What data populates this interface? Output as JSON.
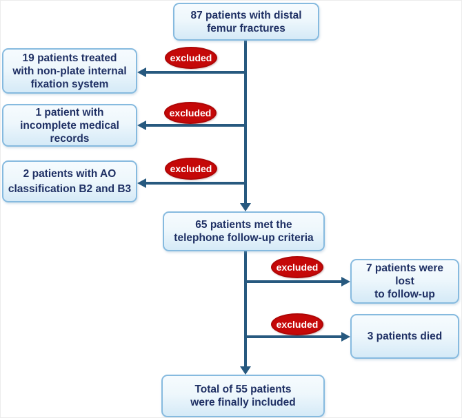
{
  "figure": {
    "kind": "patient-flow-diagram",
    "colors": {
      "box_border": "#86badf",
      "box_fill_light": "#f6fbfe",
      "box_fill_dark": "#d5eaf7",
      "box_text": "#1f3064",
      "arrow": "#27597f",
      "excluded_fill": "#c50808",
      "excluded_text": "#ffffff"
    },
    "nodes": {
      "initial": {
        "label": "87 patients with distal\nfemur fractures"
      },
      "excluded_nonplate": {
        "label": "19 patients treated\nwith non-plate internal\nfixation system"
      },
      "excluded_records": {
        "label": "1 patient with\nincomplete medical\nrecords"
      },
      "excluded_ao": {
        "label": "2 patients with AO\nclassification B2 and B3"
      },
      "followup_criteria": {
        "label": "65 patients met the\ntelephone follow-up criteria"
      },
      "lost_followup": {
        "label": "7 patients were lost\nto follow-up"
      },
      "died": {
        "label": "3 patients died"
      },
      "final": {
        "label": "Total of 55 patients\nwere finally included"
      }
    },
    "badges": {
      "excluded": "excluded"
    }
  }
}
